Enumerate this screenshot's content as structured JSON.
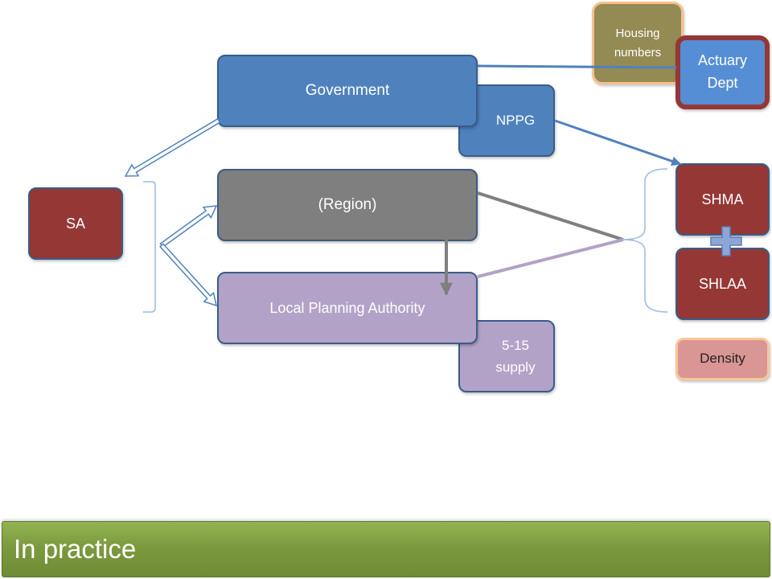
{
  "nodes": {
    "housing": [
      "Housing",
      "numbers"
    ],
    "actuary": [
      "Actuary",
      "Dept"
    ],
    "government": "Government",
    "nppg": "NPPG",
    "sa": "SA",
    "region": "(Region)",
    "lpa": "Local Planning Authority",
    "supply": [
      "5-15",
      "supply"
    ],
    "shma": "SHMA",
    "shlaa": "SHLAA",
    "density": "Density"
  },
  "footer": {
    "title": "In practice"
  }
}
